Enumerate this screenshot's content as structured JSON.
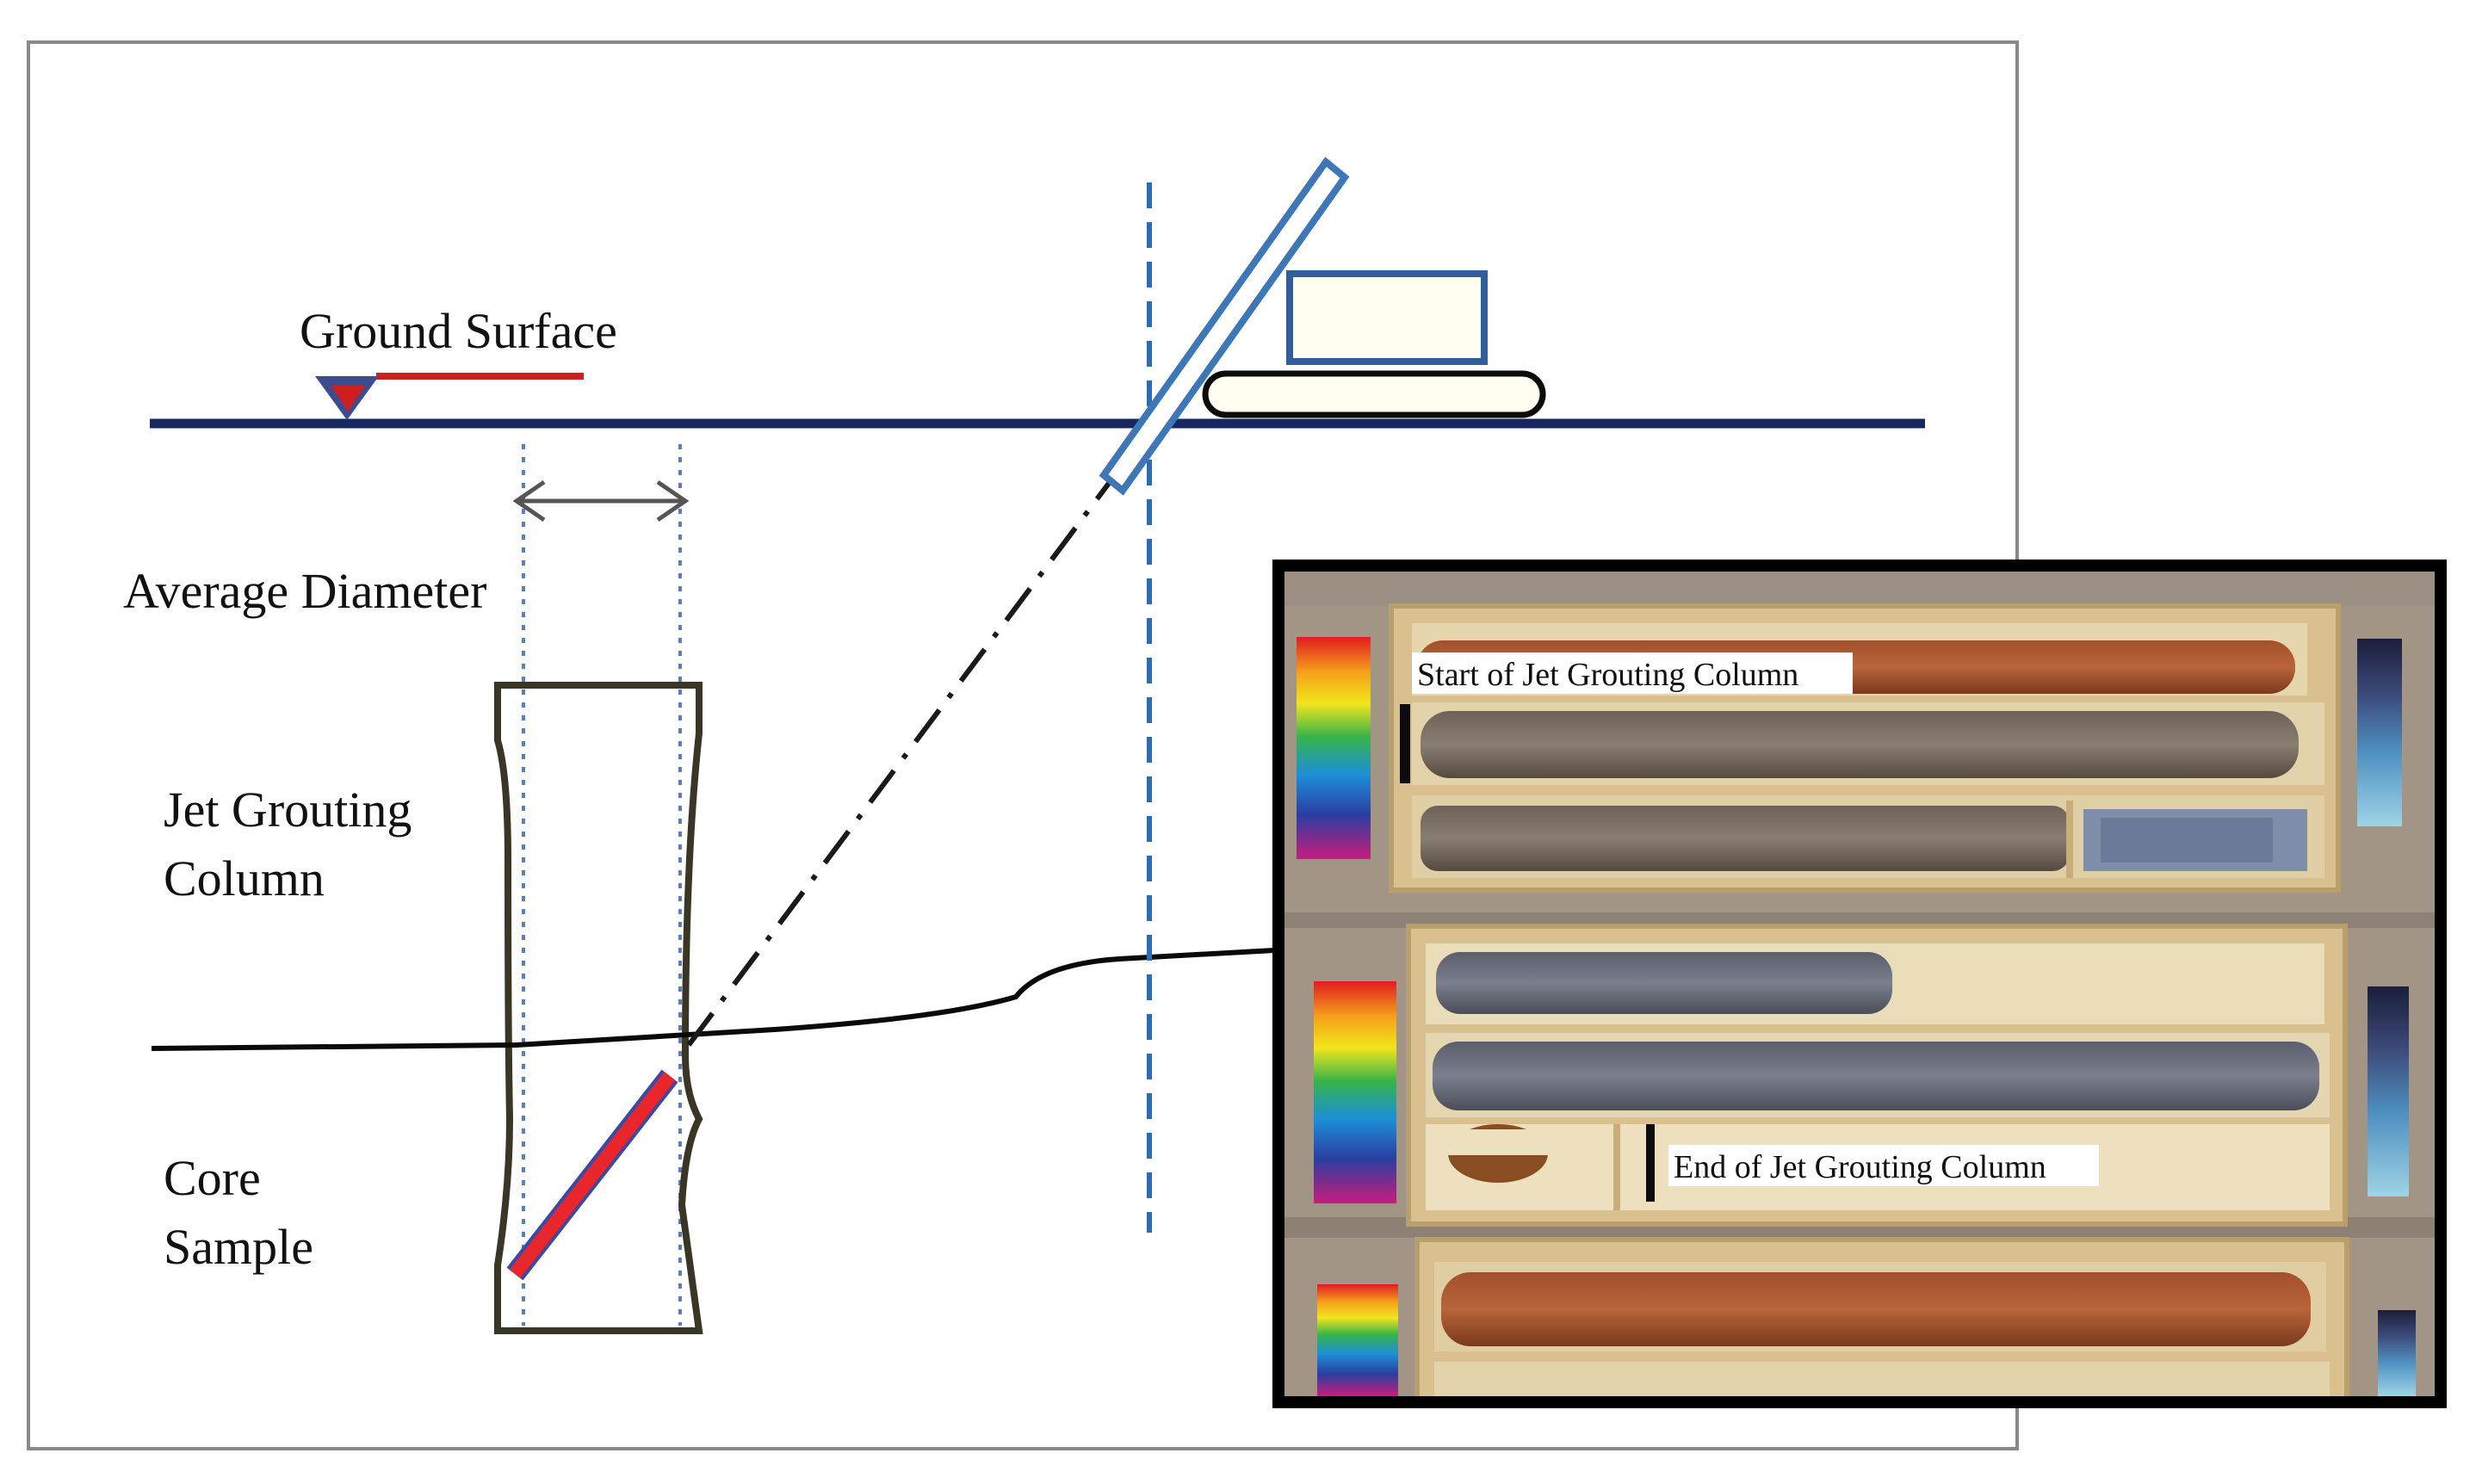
{
  "labels": {
    "ground_surface": "Ground Surface",
    "average_diameter": "Average Diameter",
    "jet_grouting_line1": "Jet Grouting",
    "jet_grouting_line2": "Column",
    "core_line1": "Core",
    "core_line2": "Sample"
  },
  "photo": {
    "start_label": "Start of Jet Grouting Column",
    "end_label": "End of Jet Grouting Column"
  },
  "colors": {
    "ground_line": "#16285e",
    "water_marker": "#cc1f1f",
    "core_sample": "#e8262b",
    "dashed_axis": "#2b6cb5",
    "column_outline": "#3a3626",
    "photo_frame": "#000000",
    "soil_wood": "#d9c08e"
  }
}
